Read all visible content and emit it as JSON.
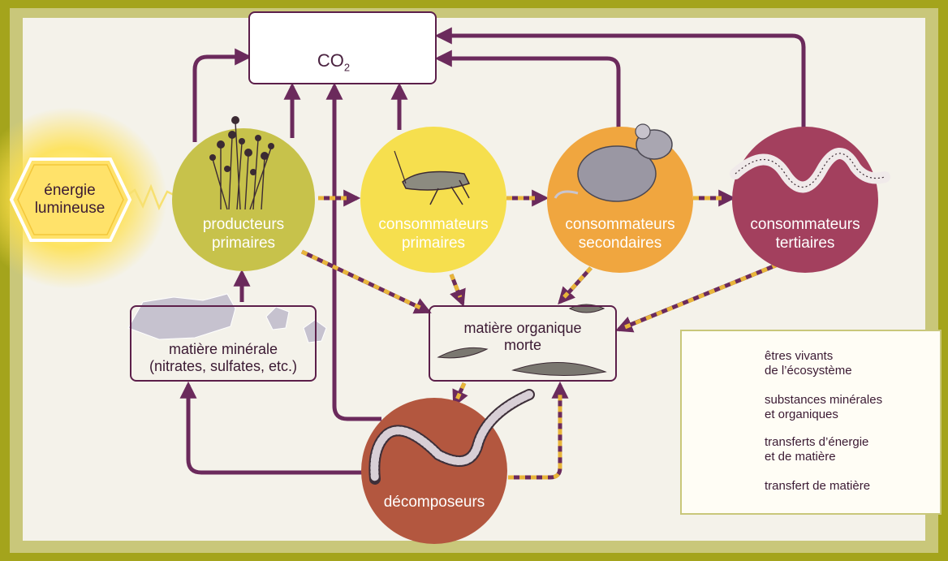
{
  "co2": {
    "base": "CO",
    "sub": "2"
  },
  "energy": {
    "line1": "énergie",
    "line2": "lumineuse"
  },
  "nodes": {
    "producers": {
      "line1": "producteurs",
      "line2": "primaires",
      "color": "#c7c24b"
    },
    "primary_consumers": {
      "line1": "consommateurs",
      "line2": "primaires",
      "color": "#f6df4e"
    },
    "secondary_consumers": {
      "line1": "consommateurs",
      "line2": "secondaires",
      "color": "#f0a63f"
    },
    "tertiary_consumers": {
      "line1": "consommateurs",
      "line2": "tertiaires",
      "color": "#a3405e"
    },
    "decomposers": {
      "label": "décomposeurs",
      "color": "#b3573f"
    }
  },
  "boxes": {
    "mineral": {
      "line1": "matière minérale",
      "line2": "(nitrates, sulfates, etc.)"
    },
    "organic": {
      "line1": "matière organique",
      "line2": "morte"
    }
  },
  "legend": {
    "living": {
      "line1": "êtres vivants",
      "line2": "de l’écosystème"
    },
    "substances": {
      "line1": "substances minérales",
      "line2": "et organiques"
    },
    "energy_transfer": {
      "line1": "transferts d’énergie",
      "line2": "et de matière"
    },
    "matter_transfer": {
      "line1": "transfert de matière"
    }
  },
  "colors": {
    "arrow": "#6b2a5c",
    "dash_yellow": "#e8b53a",
    "frame": "#a4a41c"
  }
}
